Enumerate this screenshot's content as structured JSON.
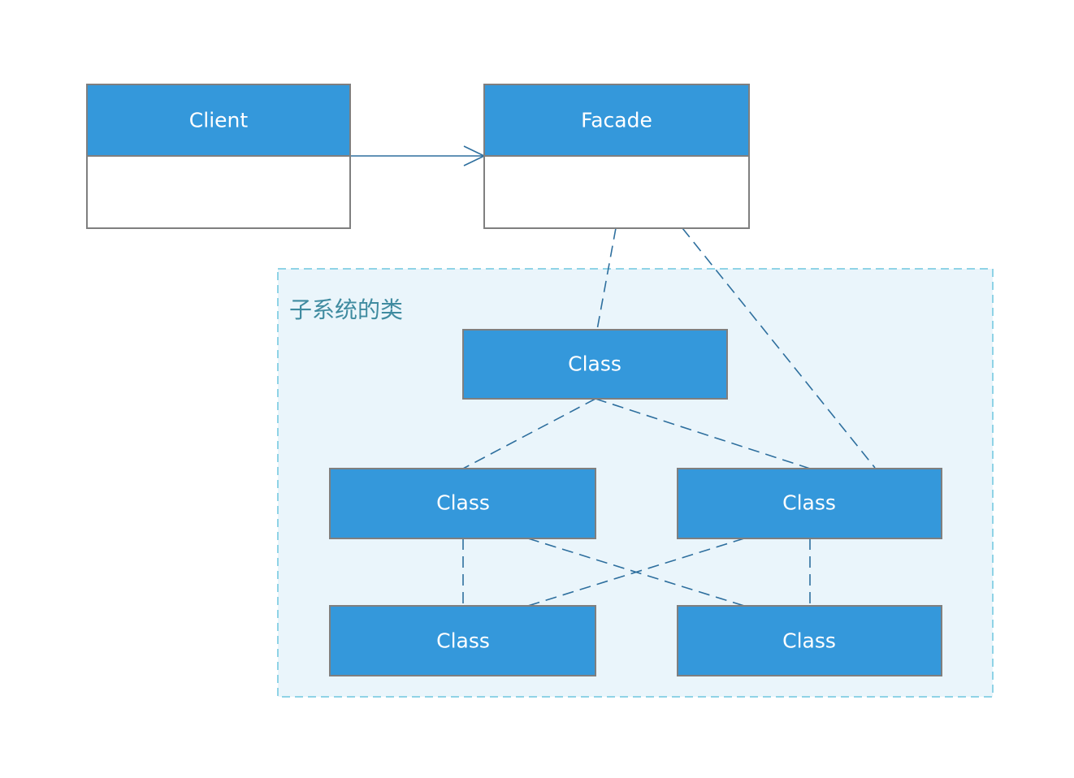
{
  "colors": {
    "header_fill": "#3498db",
    "box_border": "#7f7f7f",
    "body_fill": "#ffffff",
    "group_fill": "#eaf5fb",
    "group_border": "#8fd3e6",
    "group_label": "#3f8ba0",
    "connector": "#2e6f9e"
  },
  "nodes": {
    "client": {
      "label": "Client"
    },
    "facade": {
      "label": "Facade"
    },
    "class_top": {
      "label": "Class"
    },
    "class_mid_left": {
      "label": "Class"
    },
    "class_mid_right": {
      "label": "Class"
    },
    "class_bottom_left": {
      "label": "Class"
    },
    "class_bottom_right": {
      "label": "Class"
    }
  },
  "subsystem": {
    "label": "子系统的类"
  },
  "edges": [
    {
      "from": "client",
      "to": "facade",
      "style": "solid-arrow"
    },
    {
      "from": "facade",
      "to": "class_top",
      "style": "dashed"
    },
    {
      "from": "facade",
      "to": "class_mid_right",
      "style": "dashed"
    },
    {
      "from": "class_top",
      "to": "class_mid_left",
      "style": "dashed"
    },
    {
      "from": "class_top",
      "to": "class_mid_right",
      "style": "dashed"
    },
    {
      "from": "class_mid_left",
      "to": "class_bottom_left",
      "style": "dashed"
    },
    {
      "from": "class_mid_left",
      "to": "class_bottom_right",
      "style": "dashed"
    },
    {
      "from": "class_mid_right",
      "to": "class_bottom_left",
      "style": "dashed"
    },
    {
      "from": "class_mid_right",
      "to": "class_bottom_right",
      "style": "dashed"
    }
  ]
}
